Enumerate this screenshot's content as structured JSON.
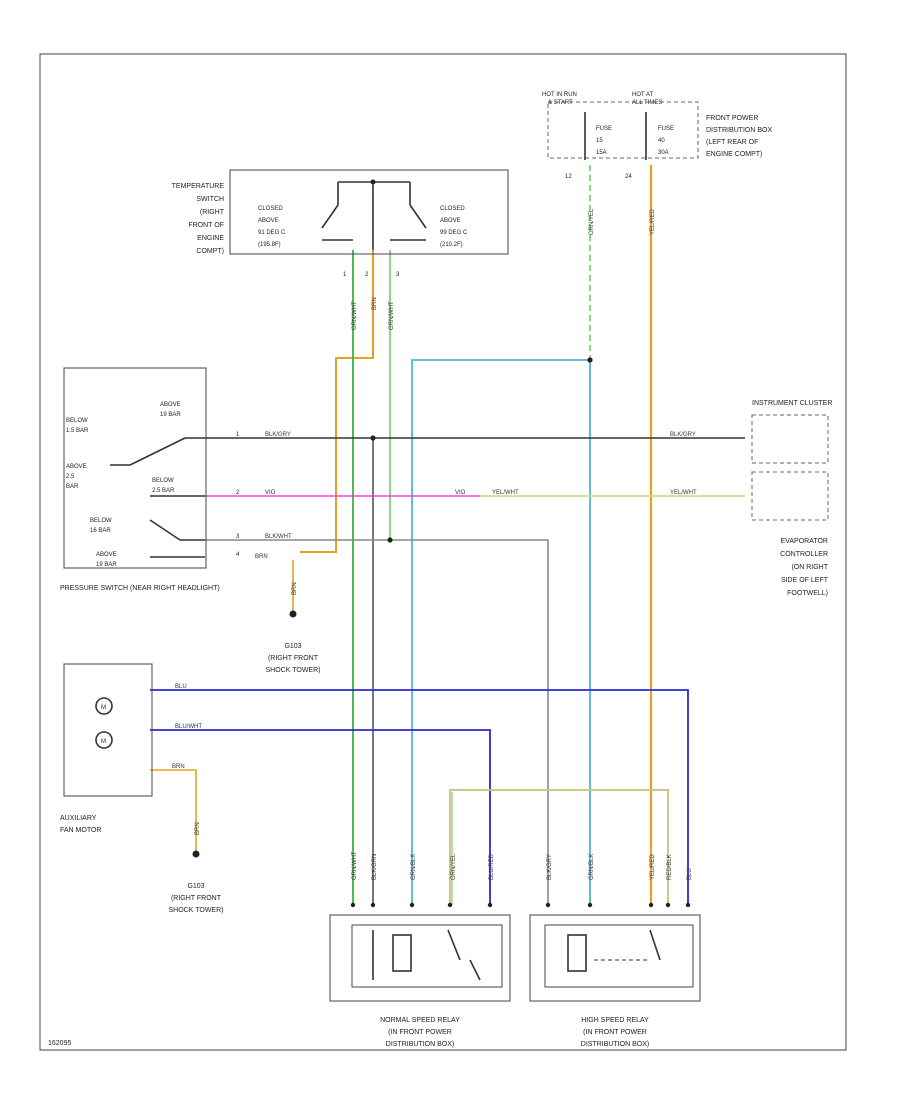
{
  "footer": {
    "code": "162095"
  },
  "temperature_switch": {
    "title": [
      "TEMPERATURE",
      "SWITCH",
      "(RIGHT",
      "FRONT OF",
      "ENGINE",
      "COMPT)"
    ],
    "left_contact": [
      "CLOSED",
      "ABOVE",
      "91 DEG C",
      "(195.8F)"
    ],
    "right_contact": [
      "CLOSED",
      "ABOVE",
      "99 DEG C",
      "(210.2F)"
    ],
    "pins": [
      "1",
      "2",
      "3"
    ]
  },
  "fuse_block": {
    "hot_run": [
      "HOT IN RUN",
      "& START"
    ],
    "hot_at_all": [
      "HOT AT",
      "ALL TIMES"
    ],
    "fuse1": [
      "FUSE",
      "15",
      "15A"
    ],
    "fuse2": [
      "FUSE",
      "40",
      "30A"
    ],
    "pins": [
      "12",
      "24"
    ],
    "label": [
      "FRONT POWER",
      "DISTRIBUTION BOX",
      "(LEFT REAR OF",
      "ENGINE COMPT)"
    ]
  },
  "pressure_switch": {
    "label": "PRESSURE SWITCH (NEAR RIGHT HEADLIGHT)",
    "above_top": [
      "ABOVE",
      "19 BAR"
    ],
    "below_left": [
      "BELOW",
      "1.5 BAR"
    ],
    "above_mid": [
      "ABOVE",
      "2.5",
      "BAR"
    ],
    "below_mid": [
      "BELOW",
      "2.5 BAR"
    ],
    "below_low": [
      "BELOW",
      "16 BAR"
    ],
    "above_low": [
      "ABOVE",
      "19 BAR"
    ],
    "terminals": [
      "1",
      "2",
      "3",
      "4"
    ]
  },
  "ground_1": {
    "id": "G103",
    "label": [
      "(RIGHT FRONT",
      "SHOCK TOWER)"
    ]
  },
  "ground_2": {
    "id": "G103",
    "label": [
      "(RIGHT FRONT",
      "SHOCK TOWER)"
    ]
  },
  "fan_motor": {
    "label": [
      "AUXILIARY",
      "FAN MOTOR"
    ],
    "m": "M"
  },
  "instrument_cluster": {
    "label": "INSTRUMENT CLUSTER"
  },
  "evaporator_controller": {
    "label": [
      "EVAPORATOR",
      "CONTROLLER",
      "(ON RIGHT",
      "SIDE OF LEFT",
      "FOOTWELL)"
    ]
  },
  "normal_relay": {
    "label": [
      "NORMAL SPEED RELAY",
      "(IN FRONT POWER",
      "DISTRIBUTION BOX)"
    ]
  },
  "high_relay": {
    "label": [
      "HIGH SPEED RELAY",
      "(IN FRONT POWER",
      "DISTRIBUTION BOX)"
    ]
  },
  "wires": {
    "blk_gry": "BLK/GRY",
    "vio": "VIO",
    "yel_wht": "YEL/WHT",
    "blk_wht": "BLK/WHT",
    "brn": "BRN",
    "blu": "BLU",
    "blu_wht": "BLU/WHT",
    "grn_wht": "GRN/WHT",
    "yel_red": "YEL/RED",
    "blk_grn": "BLK/GRN",
    "grn_blk": "GRN/BLK",
    "red_blk": "RED/BLK",
    "blu_red": "BLU/RED",
    "grn_yel": "GRN/YEL"
  },
  "colors": {
    "frame": "#444444",
    "orange_wire": "#e8a020",
    "green_wire": "#3cb43c",
    "lightgreen_wire": "#7fd27f",
    "blue_wire": "#2a2ad8",
    "lightblue_wire": "#4fb4d8",
    "pink_wire": "#f040f0",
    "yellow_wire": "#d8d890",
    "gray_wire": "#888888",
    "black_wire": "#333333"
  }
}
